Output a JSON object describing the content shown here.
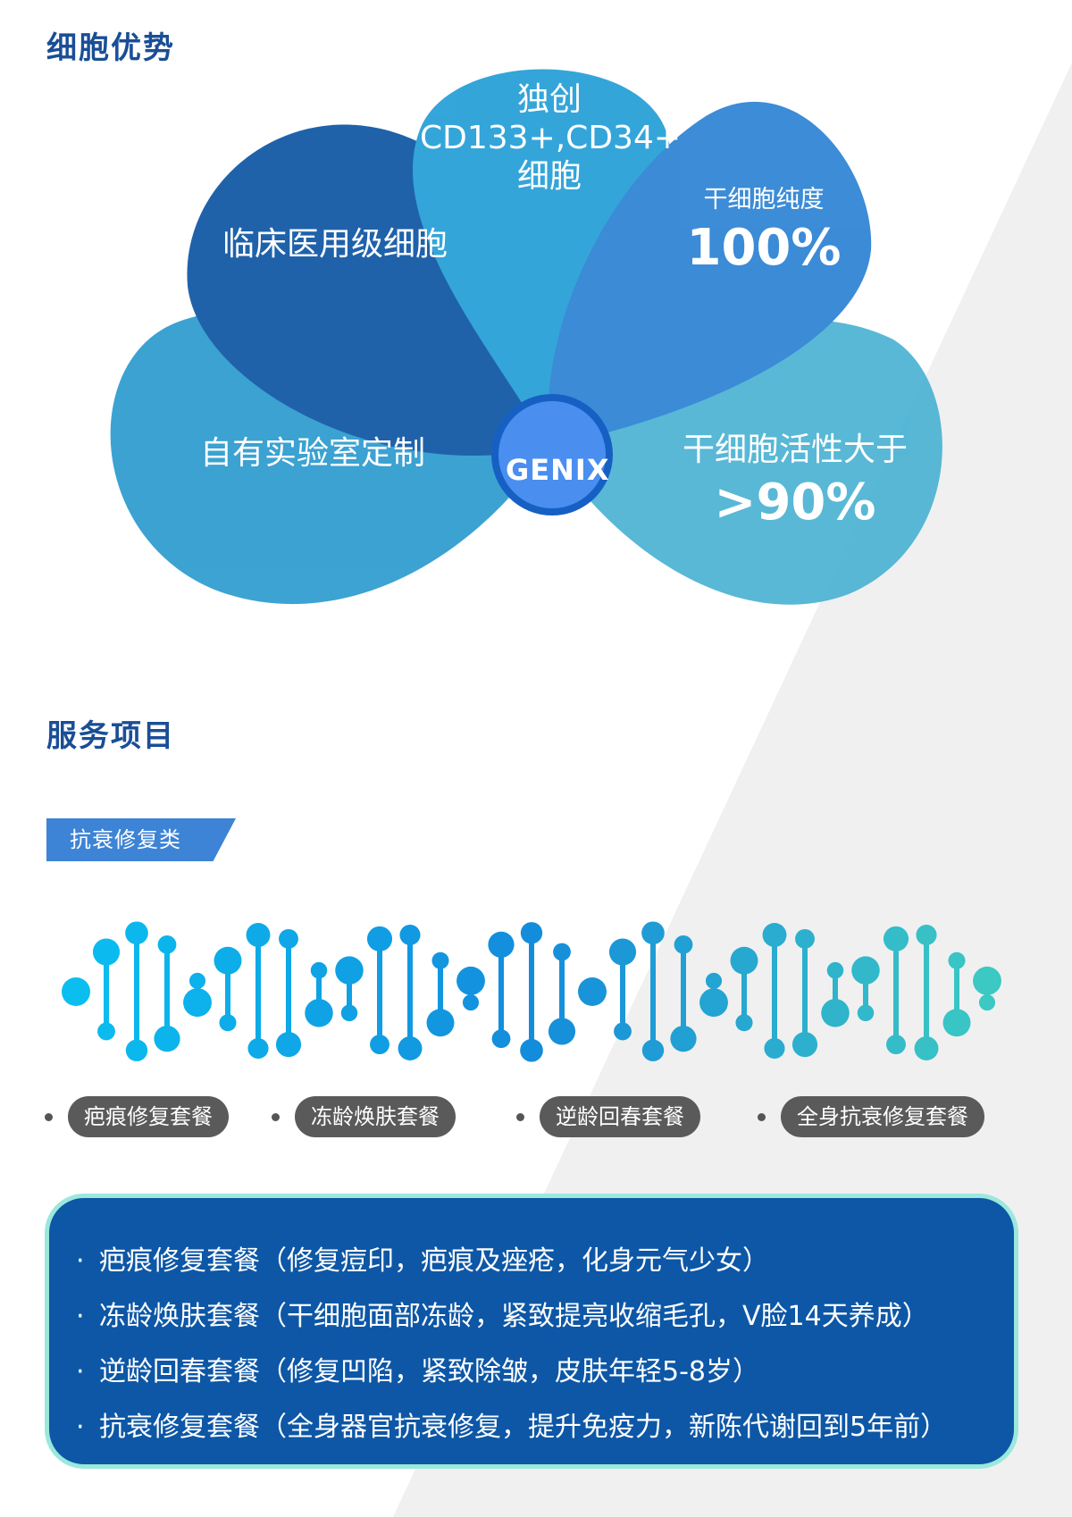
{
  "section_advantages": {
    "title": "细胞优势"
  },
  "petals": {
    "clinical": "临床医用级细胞",
    "unique_line1": "独创",
    "unique_line2": "CD133+,CD34+",
    "unique_line3": "细胞",
    "purity_label": "干细胞纯度",
    "purity_value": "100%",
    "lab": "自有实验室定制",
    "activity_label": "干细胞活性大于",
    "activity_value": ">90%"
  },
  "center_logo": "GENIX",
  "section_services": {
    "title": "服务项目"
  },
  "category_tag": "抗衰修复类",
  "packages": [
    "疤痕修复套餐",
    "冻龄焕肤套餐",
    "逆龄回春套餐",
    "全身抗衰修复套餐"
  ],
  "descriptions": [
    "疤痕修复套餐（修复痘印，疤痕及痤疮，化身元气少女）",
    "冻龄焕肤套餐（干细胞面部冻龄，紧致提亮收缩毛孔，V脸14天养成）",
    "逆龄回春套餐（修复凹陷，紧致除皱，皮肤年轻5-8岁）",
    "抗衰修复套餐（全身器官抗衰修复，提升免疫力，新陈代谢回到5年前）"
  ],
  "colors": {
    "title": "#1a4e96",
    "tag": "#3d83d6",
    "pill": "#5a5a5a",
    "box": "#0d57a6",
    "box_border": "#9be8dc"
  }
}
